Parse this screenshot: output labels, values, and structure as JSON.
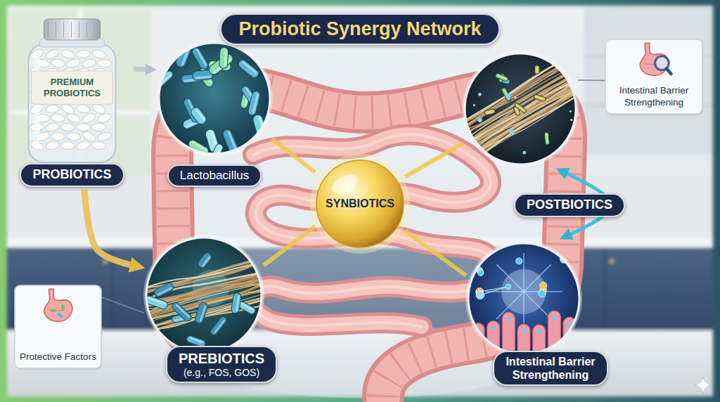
{
  "diagram": {
    "title": "Probiotic Synergy Network",
    "nodes": [
      {
        "text": [
          "PREMIUM PROBIOTICS",
          "PROBIOTICS"
        ]
      },
      {
        "text": [
          "Lactobacillus"
        ]
      },
      {
        "text": [
          "Intestinal Barrier Strengthening"
        ]
      },
      {
        "text": [
          "SYNBIOTICS"
        ]
      },
      {
        "text": [
          "POSTBIOTICS"
        ]
      },
      {
        "text": [
          "PREBIOTICS",
          "(e.g., FOS, GOS)"
        ]
      },
      {
        "text": [
          "Protective Factors"
        ]
      },
      {
        "text": [
          "Intestinal Barrier Strengthening"
        ]
      }
    ],
    "edges": [
      {
        "from": 0,
        "to": 1,
        "arrow": "to"
      },
      {
        "from": 0,
        "to": 5,
        "arrow": "to"
      },
      {
        "from": 3,
        "to": 1,
        "arrow": "none"
      },
      {
        "from": 3,
        "to": 5,
        "arrow": "none"
      },
      {
        "from": 3,
        "to": 4,
        "arrow": "none"
      },
      {
        "from": 3,
        "to": 7,
        "arrow": "none"
      },
      {
        "from": 7,
        "to": 4,
        "arrow": "both"
      },
      {
        "from": 6,
        "to": 5,
        "arrow": "none"
      },
      {
        "from": 2,
        "to": 4,
        "arrow": "none"
      }
    ]
  }
}
